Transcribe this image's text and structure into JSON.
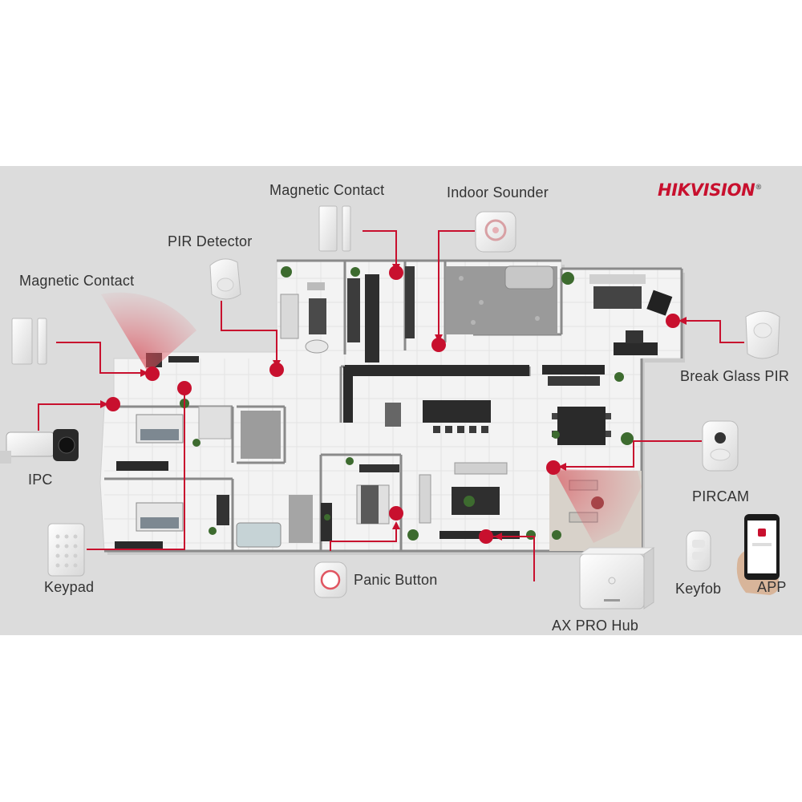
{
  "brand": {
    "logo_text": "HIKVISION",
    "logo_color": "#c8102e"
  },
  "colors": {
    "accent": "#c8102e",
    "panel": "#dcdcdc",
    "text": "#333333"
  },
  "labels": {
    "magnetic_contact_top": "Magnetic Contact",
    "indoor_sounder": "Indoor Sounder",
    "pir_detector": "PIR Detector",
    "magnetic_contact_left": "Magnetic Contact",
    "break_glass_pir": "Break Glass PIR",
    "ipc": "IPC",
    "pircam": "PIRCAM",
    "keypad": "Keypad",
    "panic_button": "Panic Button",
    "keyfob": "Keyfob",
    "app": "APP",
    "ax_pro_hub": "AX PRO Hub"
  },
  "icons": [
    "magnetic-contact-icon",
    "indoor-sounder-icon",
    "pir-detector-icon",
    "break-glass-pir-icon",
    "ipc-camera-icon",
    "pircam-icon",
    "keypad-icon",
    "panic-button-icon",
    "keyfob-icon",
    "app-phone-icon",
    "ax-pro-hub-icon",
    "floor-plan"
  ]
}
